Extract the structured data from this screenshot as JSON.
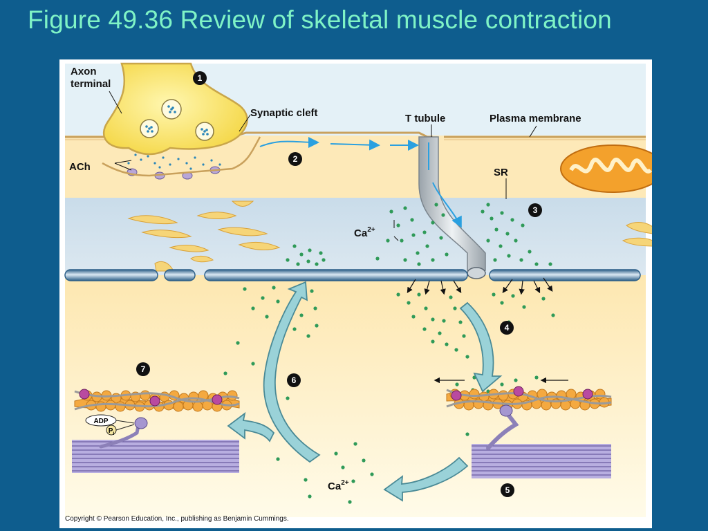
{
  "title": "Figure 49.36  Review of skeletal muscle contraction",
  "labels": {
    "axon_terminal_1": "Axon",
    "axon_terminal_2": "terminal",
    "synaptic_cleft": "Synaptic cleft",
    "t_tubule": "T tubule",
    "plasma_membrane": "Plasma membrane",
    "ach": "ACh",
    "sr": "SR",
    "ca_top": "Ca",
    "ca_bottom": "Ca",
    "ca_charge": "2+",
    "adp": "ADP",
    "pi": "P",
    "pi_sub": "i"
  },
  "steps": [
    "1",
    "2",
    "3",
    "4",
    "5",
    "6",
    "7"
  ],
  "copyright": "Copyright © Pearson Education, Inc., publishing as Benjamin Cummings.",
  "colors": {
    "slide_background": "#0e5d8e",
    "title": "#7ff3c6",
    "axon": "#f7e46a",
    "calcium": "#2f9a58",
    "membrane": "#3b6f98",
    "myosin": "#8c80b8",
    "actin": "#f2a93a",
    "arrow": "#8ecfd6"
  }
}
